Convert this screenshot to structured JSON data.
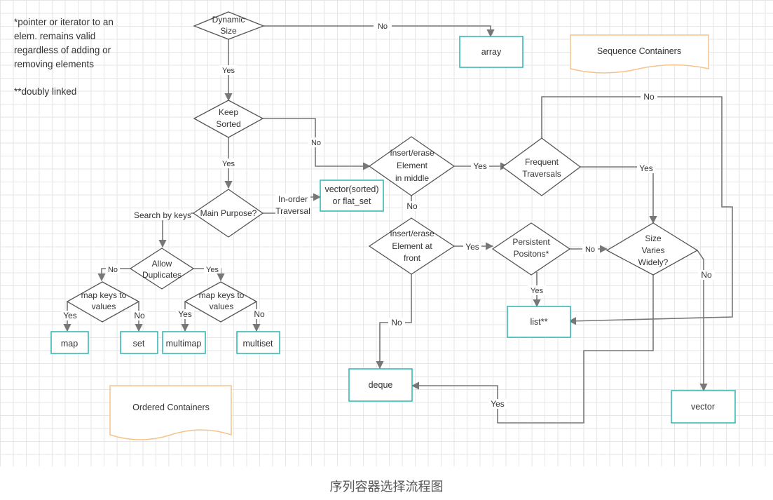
{
  "notes": {
    "line1": "*pointer or iterator to an",
    "line2": "elem. remains valid",
    "line3": "regardless of adding or",
    "line4": "removing elements",
    "line5": "**doubly linked"
  },
  "caption": "序列容器选择流程图",
  "legends": {
    "sequence": "Sequence Containers",
    "ordered": "Ordered Containers"
  },
  "decisions": {
    "dynamic_size": [
      "Dynamic",
      "Size"
    ],
    "keep_sorted": [
      "Keep",
      "Sorted"
    ],
    "main_purpose": [
      "Main Purpose?"
    ],
    "allow_duplicates": [
      "Allow",
      "Duplicates"
    ],
    "map_keys_left": [
      "map keys to",
      "values"
    ],
    "map_keys_right": [
      "map keys to",
      "values"
    ],
    "insert_middle": [
      "Insert/erase",
      "Element",
      "in middle"
    ],
    "insert_front": [
      "Insert/erase",
      "Element at",
      "front"
    ],
    "frequent_traversals": [
      "Frequent",
      "Traversals"
    ],
    "persistent_positions": [
      "Persistent",
      "Positons*"
    ],
    "size_varies": [
      "Size",
      "Varies",
      "Widely?"
    ]
  },
  "results": {
    "array": "array",
    "vector_sorted": [
      "vector(sorted)",
      "or flat_set"
    ],
    "map": "map",
    "set": "set",
    "multimap": "multimap",
    "multiset": "multiset",
    "list": "list**",
    "deque": "deque",
    "vector": "vector"
  },
  "edges": {
    "dyn_no": "No",
    "dyn_yes": "Yes",
    "sorted_yes": "Yes",
    "sorted_no": "No",
    "inorder": [
      "In-order",
      "Traversal"
    ],
    "search_keys": "Search by keys",
    "dup_no": "No",
    "dup_yes": "Yes",
    "mapl_yes": "Yes",
    "mapl_no": "No",
    "mapr_yes": "Yes",
    "mapr_no": "No",
    "mid_yes": "Yes",
    "mid_no": "No",
    "front_yes": "Yes",
    "front_no": "No",
    "freq_no": "No",
    "freq_yes": "Yes",
    "pers_no": "No",
    "pers_yes": "Yes",
    "size_no": "No",
    "size_yes": "Yes"
  }
}
